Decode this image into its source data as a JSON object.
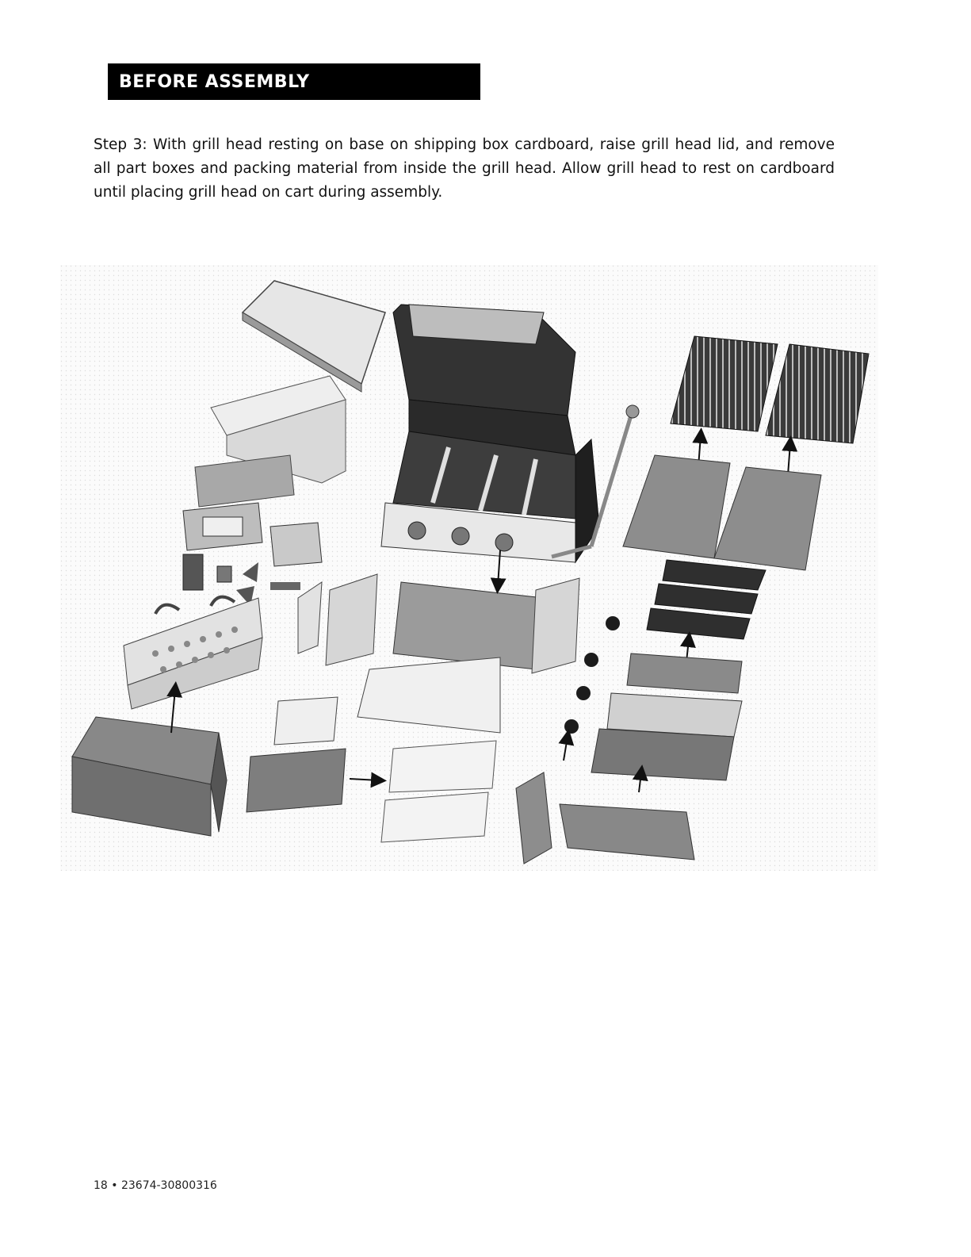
{
  "header": {
    "section_title": "BEFORE ASSEMBLY"
  },
  "step": {
    "text": "Step 3: With grill head resting on base on shipping box cardboard, raise grill head lid, and remove all part boxes and packing material from inside the grill head. Allow grill head to rest on cardboard until placing grill head on cart during assembly."
  },
  "footer": {
    "page_ref": "18 • 23674-30800316"
  },
  "colors": {
    "banner": "#000000",
    "banner_text": "#ffffff",
    "part_dark": "#555555",
    "part_mid": "#8a8a8a",
    "part_light": "#cfcfcf"
  }
}
